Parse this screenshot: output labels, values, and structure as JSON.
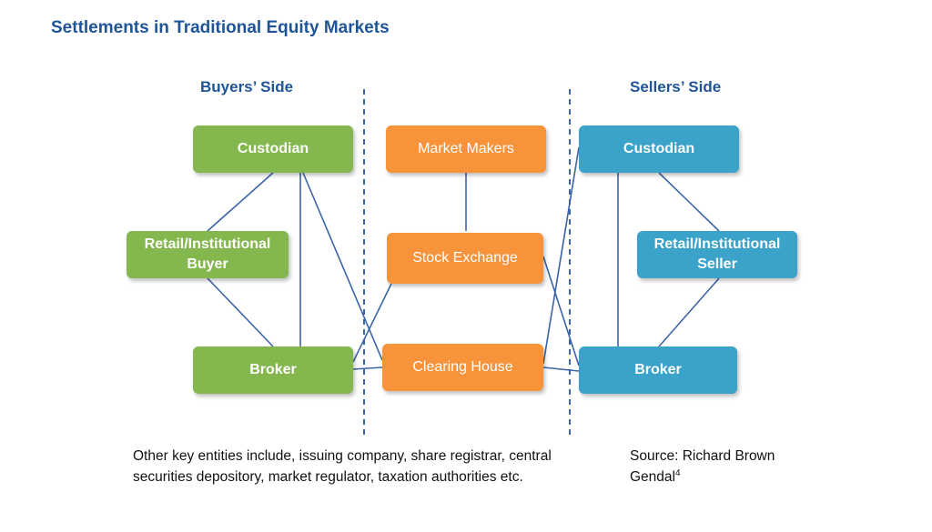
{
  "title": "Settlements in Traditional Equity Markets",
  "buyers_side": "Buyers’ Side",
  "sellers_side": "Sellers’ Side",
  "nodes": {
    "buyer_custodian": "Custodian",
    "buyer": "Retail/Institutional Buyer",
    "buyer_broker": "Broker",
    "market_makers": "Market Makers",
    "stock_exchange": "Stock Exchange",
    "clearing_house": "Clearing House",
    "seller_custodian": "Custodian",
    "seller": "Retail/Institutional Seller",
    "seller_broker": "Broker"
  },
  "footnote": "Other key entities include, issuing company, share registrar, central securities depository, market regulator, taxation authorities etc.",
  "source": "Source: Richard Brown Gendal",
  "source_sup": "4",
  "colors": {
    "title": "#1f5597",
    "buyer_nodes": "#84b74e",
    "market_nodes": "#f7933a",
    "seller_nodes": "#3ba2c9",
    "links": "#3c64a8",
    "dividers": "#3c64a8"
  }
}
